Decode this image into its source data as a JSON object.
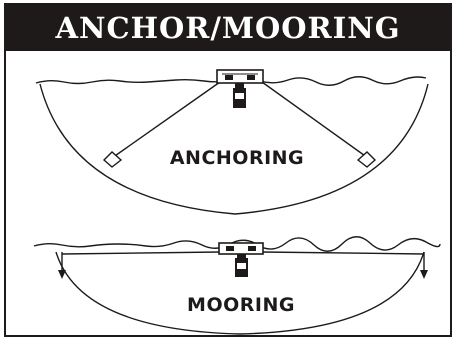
{
  "header": {
    "title": "ANCHOR/MOORING"
  },
  "diagrams": {
    "anchoring_label": "ANCHORING",
    "mooring_label": "MOORING"
  },
  "icons": {
    "boat": "boat-icon",
    "transducer": "transducer-icon",
    "anchor": "anchor-icon",
    "mooring_weight": "mooring-weight-icon"
  },
  "colors": {
    "ink": "#1e1a1a",
    "background": "#ffffff"
  }
}
